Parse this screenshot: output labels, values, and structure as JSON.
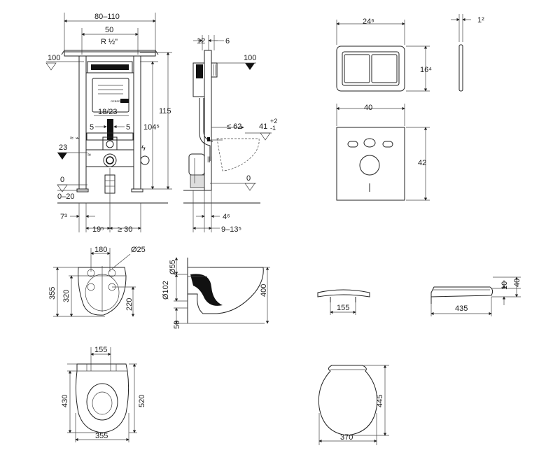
{
  "frame": {
    "width_range": "80–110",
    "inner_width": "50",
    "thread": "R ½\"",
    "level_top": "100",
    "level_floor": "0",
    "height_total": "115",
    "height_inner": "104⁵",
    "connection_pair": "18/23",
    "offset_left": "5",
    "offset_right": "5",
    "level_drain": "23",
    "floor_range": "0–20",
    "dim_side": "7³",
    "dim_bottom_1": "19⁵",
    "dim_bottom_2": "≥ 30",
    "brand": "GEBERIT"
  },
  "frame_side": {
    "depth_top_1": "12",
    "depth_top_2": "6",
    "level_top": "100",
    "projection": "≤ 62",
    "bowl_height": "41",
    "bowl_height_tol_plus": "+2",
    "bowl_height_tol_minus": "-1",
    "level_floor": "0",
    "dim_bottom_1": "4⁶",
    "dim_bottom_2": "9–13⁵"
  },
  "flush_plate": {
    "width": "24⁶",
    "height": "16⁴",
    "thickness": "1²"
  },
  "sound_mat": {
    "width": "40",
    "height": "42"
  },
  "bowl_front": {
    "width_holes": "180",
    "hole_dia": "Ø25",
    "height_total": "355",
    "height_inner": "320",
    "height_lower": "220"
  },
  "bowl_side": {
    "dia_inlet": "Ø55",
    "dia_outlet": "Ø102",
    "depth": "400",
    "bottom_offset": "50"
  },
  "seat_side": {
    "hinge_width": "155"
  },
  "seat_profile": {
    "length": "435",
    "height_1": "10",
    "height_2": "40"
  },
  "bowl_top": {
    "hinge_width": "155",
    "height_inner": "430",
    "height_total": "520",
    "width": "355"
  },
  "seat_top": {
    "length": "445",
    "width": "370"
  }
}
